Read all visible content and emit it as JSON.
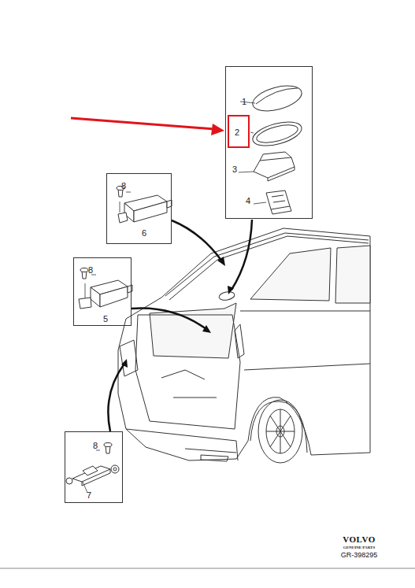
{
  "diagram": {
    "nodes": [
      {
        "text": [
          "1",
          "3",
          "4"
        ]
      },
      {
        "text": [
          "2"
        ],
        "in": 0
      },
      {
        "text": [
          "8",
          "6"
        ]
      },
      {
        "text": [
          "8",
          "5"
        ]
      },
      {
        "text": [
          "8",
          "7"
        ]
      }
    ],
    "labels": [
      "VOLVO",
      "GENUINE PARTS",
      "GR-398295"
    ]
  }
}
